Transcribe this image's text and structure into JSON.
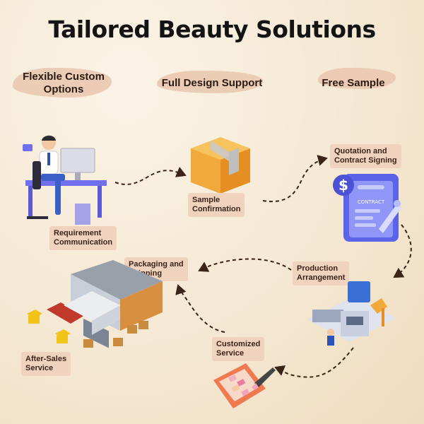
{
  "title": "Tailored Beauty Solutions",
  "headings": [
    "Flexible Custom Options",
    "Full Design Support",
    "Free Sample"
  ],
  "steps": {
    "requirement": "Requirement\nCommunication",
    "sample": "Sample\nConfirmation",
    "quotation": "Quotation and\nContract Signing",
    "production": "Production\nArrangement",
    "customized": "Customized\nService",
    "packaging": "Packaging and\nShipping",
    "after_sales": "After-Sales\nService"
  },
  "illustrations": {
    "contract_text": "CONTRACT",
    "dollar_symbol": "$"
  },
  "colors": {
    "label_bg": "#f0d3bf",
    "brush": "#e9c6ae",
    "arrow": "#3a2418",
    "box": "#f2a93b",
    "clipboard": "#5b63e8"
  }
}
